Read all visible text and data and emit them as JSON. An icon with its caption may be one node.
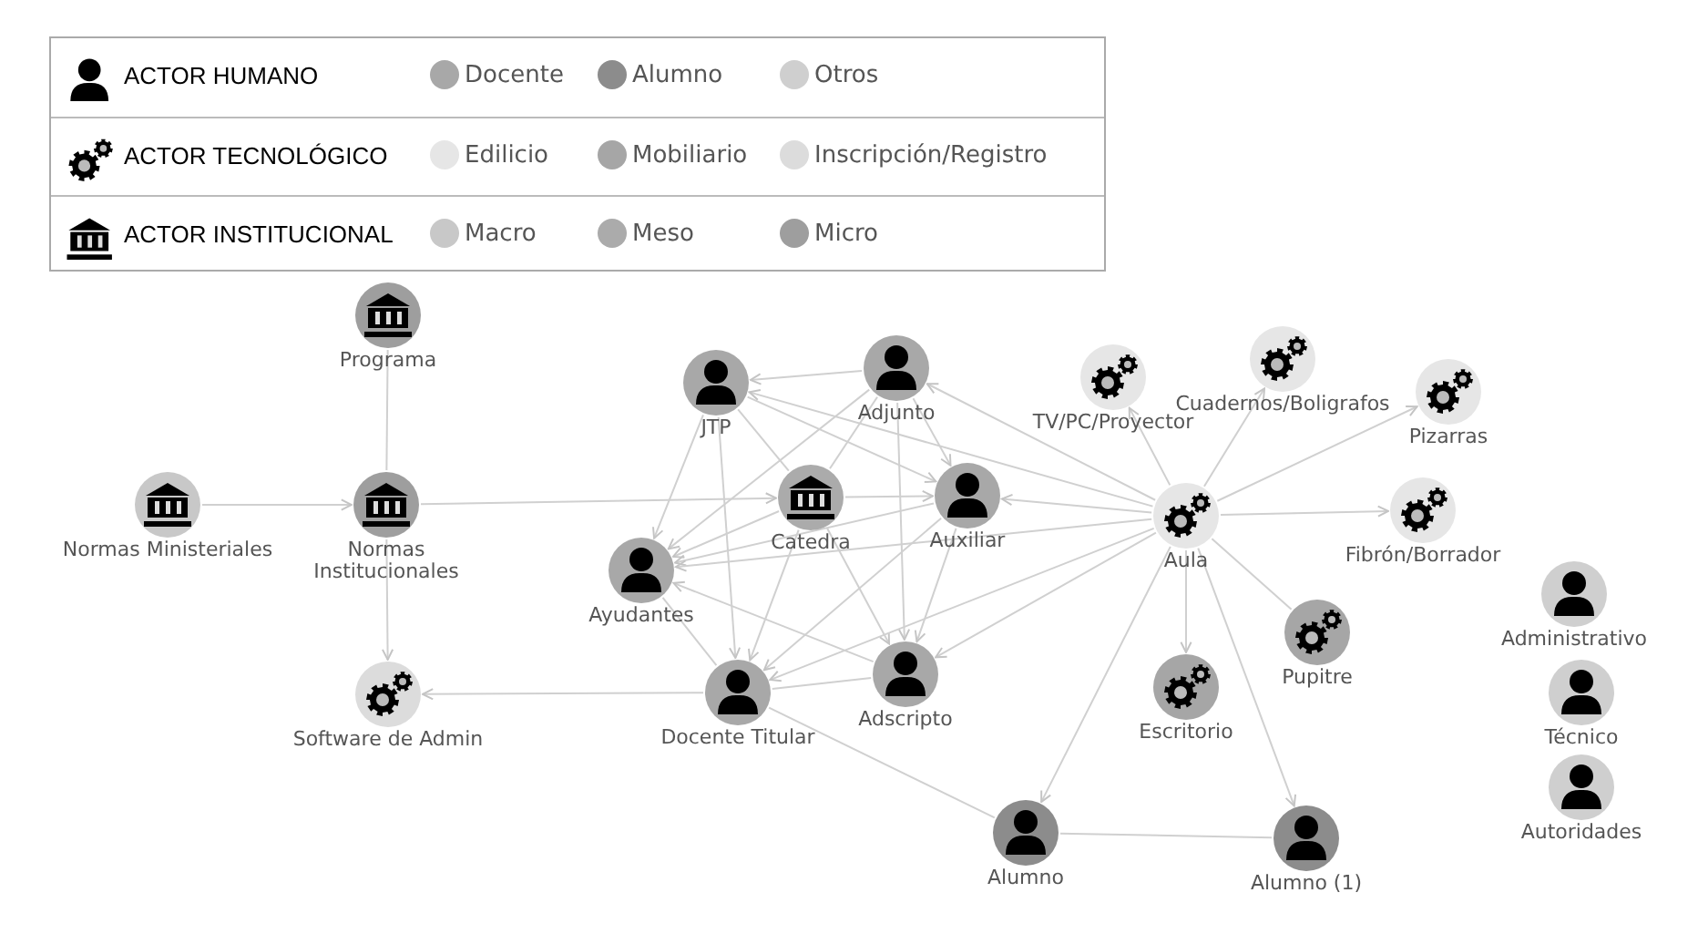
{
  "diagram": {
    "nodes": [
      {
        "text": [
          "Programa"
        ]
      },
      {
        "text": [
          "Normas Ministeriales"
        ]
      },
      {
        "text": [
          "Normas Institucionales"
        ]
      },
      {
        "text": [
          "Software de Admin"
        ]
      },
      {
        "text": [
          "JTP"
        ]
      },
      {
        "text": [
          "Adjunto"
        ]
      },
      {
        "text": [
          "Catedra"
        ]
      },
      {
        "text": [
          "Auxiliar"
        ]
      },
      {
        "text": [
          "Ayudantes"
        ]
      },
      {
        "text": [
          "Docente Titular"
        ]
      },
      {
        "text": [
          "Adscripto"
        ]
      },
      {
        "text": [
          "TV/PC/Proyector"
        ]
      },
      {
        "text": [
          "Cuadernos/Boligrafos"
        ]
      },
      {
        "text": [
          "Pizarras"
        ]
      },
      {
        "text": [
          "Aula"
        ]
      },
      {
        "text": [
          "Fibrón/Borrador"
        ]
      },
      {
        "text": [
          "Pupitre"
        ]
      },
      {
        "text": [
          "Escritorio"
        ]
      },
      {
        "text": [
          "Administrativo"
        ]
      },
      {
        "text": [
          "Técnico"
        ]
      },
      {
        "text": [
          "Autoridades"
        ]
      },
      {
        "text": [
          "Alumno"
        ]
      },
      {
        "text": [
          "Alumno (1)"
        ]
      }
    ],
    "edges": [
      {
        "from": 0,
        "to": 2,
        "arrow": "none"
      },
      {
        "from": 1,
        "to": 2,
        "arrow": "to"
      },
      {
        "from": 2,
        "to": 3,
        "arrow": "to"
      },
      {
        "from": 2,
        "to": 6,
        "arrow": "to"
      },
      {
        "from": 9,
        "to": 3,
        "arrow": "to"
      },
      {
        "from": 5,
        "to": 4,
        "arrow": "to"
      },
      {
        "from": 5,
        "to": 8,
        "arrow": "to"
      },
      {
        "from": 5,
        "to": 7,
        "arrow": "to"
      },
      {
        "from": 5,
        "to": 10,
        "arrow": "to"
      },
      {
        "from": 5,
        "to": 6,
        "arrow": "none"
      },
      {
        "from": 4,
        "to": 7,
        "arrow": "to"
      },
      {
        "from": 4,
        "to": 6,
        "arrow": "none"
      },
      {
        "from": 4,
        "to": 8,
        "arrow": "to"
      },
      {
        "from": 4,
        "to": 9,
        "arrow": "to"
      },
      {
        "from": 6,
        "to": 8,
        "arrow": "to"
      },
      {
        "from": 6,
        "to": 7,
        "arrow": "to"
      },
      {
        "from": 6,
        "to": 9,
        "arrow": "to"
      },
      {
        "from": 6,
        "to": 10,
        "arrow": "to"
      },
      {
        "from": 7,
        "to": 8,
        "arrow": "to"
      },
      {
        "from": 7,
        "to": 10,
        "arrow": "to"
      },
      {
        "from": 7,
        "to": 9,
        "arrow": "to"
      },
      {
        "from": 10,
        "to": 8,
        "arrow": "to"
      },
      {
        "from": 9,
        "to": 8,
        "arrow": "none"
      },
      {
        "from": 9,
        "to": 10,
        "arrow": "none"
      },
      {
        "from": 14,
        "to": 4,
        "arrow": "to"
      },
      {
        "from": 14,
        "to": 5,
        "arrow": "to"
      },
      {
        "from": 14,
        "to": 7,
        "arrow": "to"
      },
      {
        "from": 14,
        "to": 8,
        "arrow": "to"
      },
      {
        "from": 14,
        "to": 9,
        "arrow": "to"
      },
      {
        "from": 14,
        "to": 10,
        "arrow": "to"
      },
      {
        "from": 14,
        "to": 11,
        "arrow": "to"
      },
      {
        "from": 14,
        "to": 12,
        "arrow": "to"
      },
      {
        "from": 14,
        "to": 13,
        "arrow": "to"
      },
      {
        "from": 14,
        "to": 15,
        "arrow": "to"
      },
      {
        "from": 14,
        "to": 16,
        "arrow": "none"
      },
      {
        "from": 14,
        "to": 17,
        "arrow": "to"
      },
      {
        "from": 14,
        "to": 21,
        "arrow": "to"
      },
      {
        "from": 14,
        "to": 22,
        "arrow": "to"
      },
      {
        "from": 9,
        "to": 21,
        "arrow": "none"
      },
      {
        "from": 21,
        "to": 22,
        "arrow": "none"
      }
    ],
    "labels": [
      "ACTOR HUMANO",
      "ACTOR TECNOLÓGICO",
      "ACTOR INSTITUCIONAL"
    ],
    "legend": [
      {
        "text": "Docente",
        "color": "#a8a8a8"
      },
      {
        "text": "Alumno",
        "color": "#8c8c8c"
      },
      {
        "text": "Otros",
        "color": "#cfcfcf"
      },
      {
        "text": "Edilicio",
        "color": "#e6e6e6"
      },
      {
        "text": "Mobiliario",
        "color": "#a6a6a6"
      },
      {
        "text": "Inscripción/Registro",
        "color": "#dcdcdc"
      },
      {
        "text": "Macro",
        "color": "#c8c8c8"
      },
      {
        "text": "Meso",
        "color": "#ababab"
      },
      {
        "text": "Micro",
        "color": "#9e9e9e"
      }
    ]
  }
}
